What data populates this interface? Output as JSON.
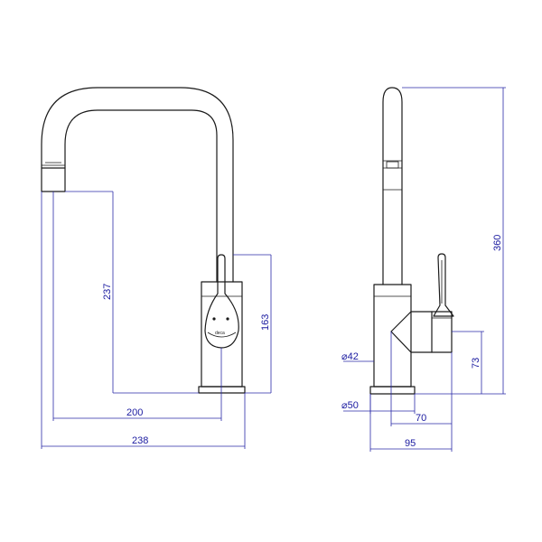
{
  "brand": "deca",
  "dimensions": {
    "spout_reach": "200",
    "overall_width_front": "238",
    "spout_height": "237",
    "body_height": "163",
    "overall_height": "360",
    "handle_height": "73",
    "base_diameter": "⌀50",
    "body_diameter": "⌀42",
    "body_depth": "70",
    "overall_depth": "95"
  },
  "colors": {
    "outline": "#1a1a1a",
    "dimension": "#2a2aa8"
  }
}
